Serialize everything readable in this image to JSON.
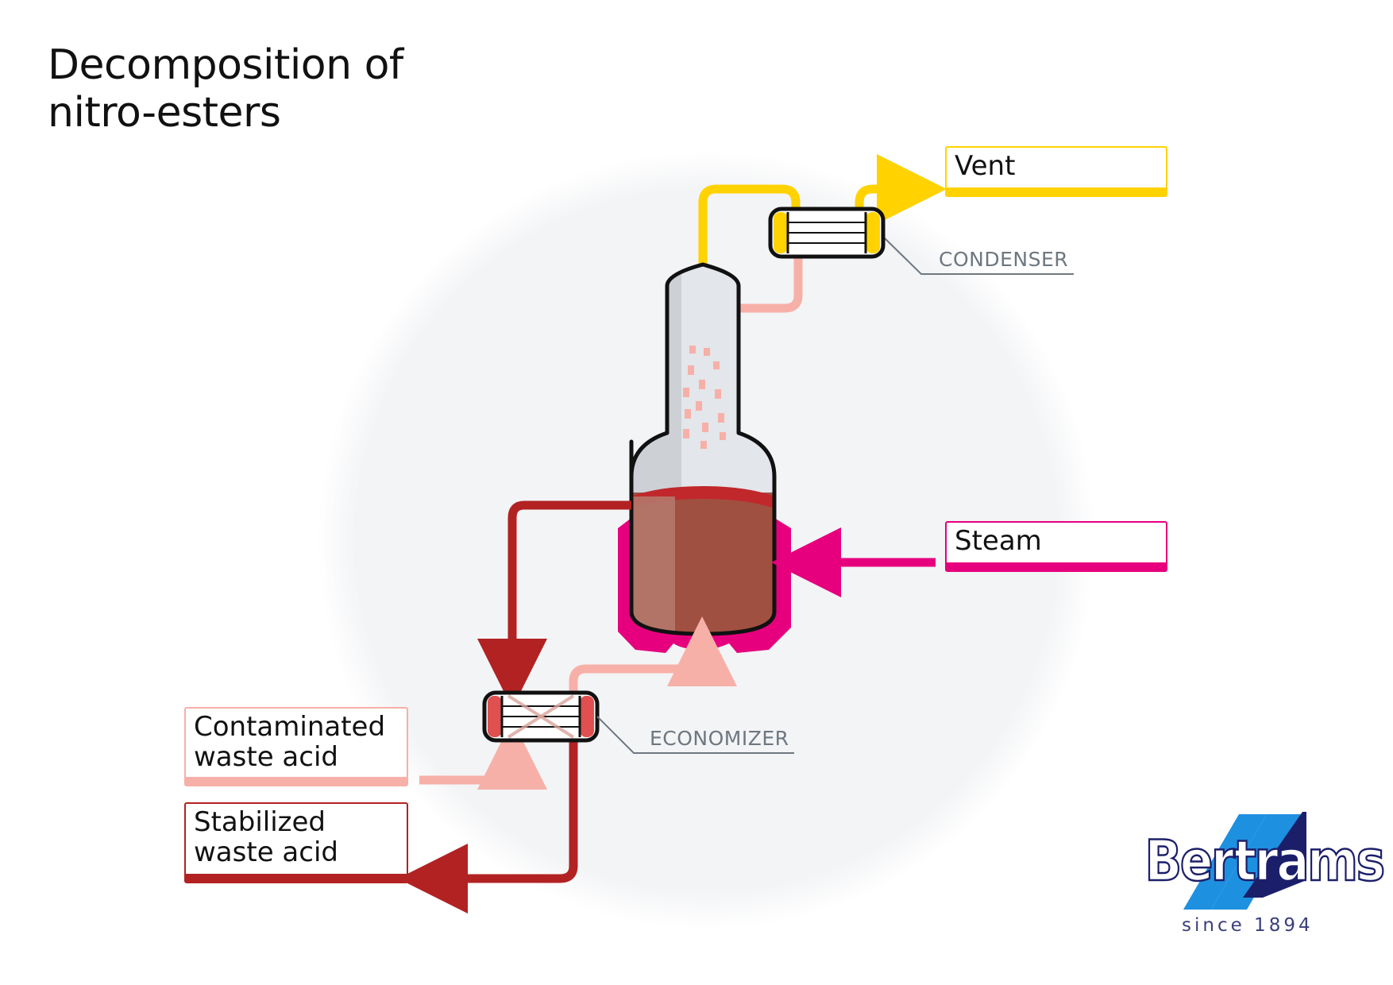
{
  "title": {
    "line1": "Decomposition of",
    "line2": "nitro-esters"
  },
  "labels": {
    "vent": "Vent",
    "steam": "Steam",
    "contaminated_line1": "Contaminated",
    "contaminated_line2": "waste acid",
    "stabilized_line1": "Stabilized",
    "stabilized_line2": "waste acid",
    "condenser": "CONDENSER",
    "economizer": "ECONOMIZER"
  },
  "brand": {
    "name": "Bertrams",
    "since": "since 1894"
  },
  "colors": {
    "vent": "#ffd200",
    "steam": "#e6007e",
    "contaminated": "#f7b0a8",
    "stabilized": "#b22222",
    "liquid": "#a05040",
    "brand_blue": "#1e90e0",
    "brand_navy": "#1b1f6a"
  },
  "icons": [
    "condenser-icon",
    "economizer-icon",
    "reactor-vessel-icon",
    "bertrams-logo-icon"
  ]
}
